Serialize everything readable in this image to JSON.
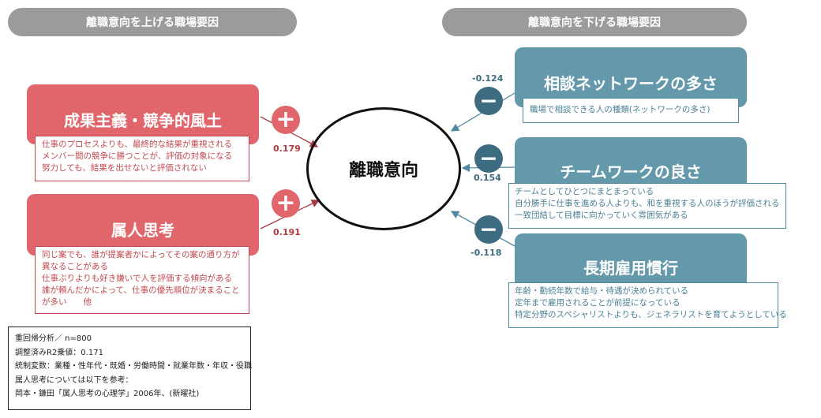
{
  "headers": {
    "increase": "離職意向を上げる職場要因",
    "decrease": "離職意向を下げる職場要因"
  },
  "center_label": "離職意向",
  "factors_increase": [
    {
      "title": "成果主義・競争的風土",
      "sign": "+",
      "coefficient": "0.179",
      "description": [
        "仕事のプロセスよりも、最終的な結果が重視される",
        "メンバー間の競争に勝つことが、評価の対象になる",
        "努力しても、結果を出せないと評価されない"
      ]
    },
    {
      "title": "属人思考",
      "sign": "+",
      "coefficient": "0.191",
      "description": [
        "同じ案でも、誰が提案者かによってその案の通り方が",
        "異なることがある",
        "仕事ぶりよりも好き嫌いで人を評価する傾向がある",
        "誰が頼んだかによって、仕事の優先順位が決まること",
        "が多い　　他"
      ]
    }
  ],
  "factors_decrease": [
    {
      "title": "相談ネットワークの多さ",
      "sign": "−",
      "coefficient": "-0.124",
      "description": [
        "職場で相談できる人の種類(ネットワークの多さ)"
      ]
    },
    {
      "title": "チームワークの良さ",
      "sign": "−",
      "coefficient": "0.154",
      "description": [
        "チームとしてひとつにまとまっている",
        "自分勝手に仕事を進める人よりも、和を重視する人のほうが評価される",
        "一致団結して目標に向かっていく雰囲気がある"
      ]
    },
    {
      "title": "長期雇用慣行",
      "sign": "−",
      "coefficient": "-0.118",
      "description": [
        "年齢・勤続年数で給与・待遇が決められている",
        "定年まで雇用されることが前提になっている",
        "特定分野のスペシャリストよりも、ジェネラリストを育てようとしている"
      ]
    }
  ],
  "notes": [
    "重回帰分析／ n=800",
    "調整済みR2乗値：0.171",
    "統制変数：業種・性年代・既婚・労働時間・就業年数・年収・役職",
    "属人思考については以下を参考：",
    "岡本・鎌田「属人思考の心理学」2006年、(新曜社)"
  ],
  "colors": {
    "increase": "#e0666c",
    "decrease": "#6399ab",
    "decrease_sign": "#3d6b80",
    "header": "#9b9b9b"
  }
}
